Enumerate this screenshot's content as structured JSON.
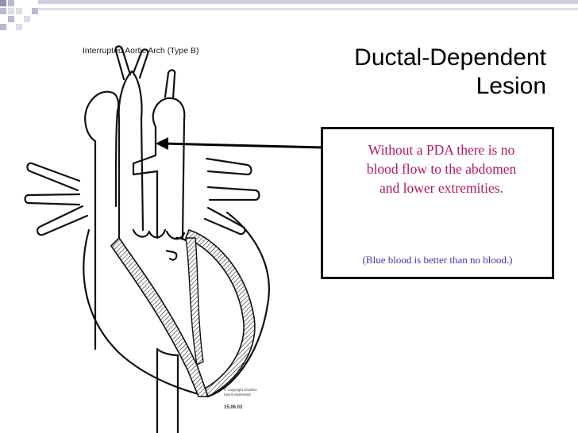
{
  "slide": {
    "title_lines": [
      "Ductal-Dependent",
      "Lesion"
    ]
  },
  "diagram": {
    "title": "Interrupted Aortic Arch (Type B)",
    "copyright_lines": [
      "© Copyright 3/12001",
      "Harris Muhrened"
    ],
    "date": "15.06.02"
  },
  "callout": {
    "text_lines": [
      "Without a PDA there is no",
      "blood flow to the abdomen",
      "and lower extremities."
    ],
    "note": "(Blue blood is better than no blood.)"
  },
  "colors": {
    "callout_text": "#b8175f",
    "note_text": "#3a3ab0",
    "decoration": "#b9b9d6"
  }
}
